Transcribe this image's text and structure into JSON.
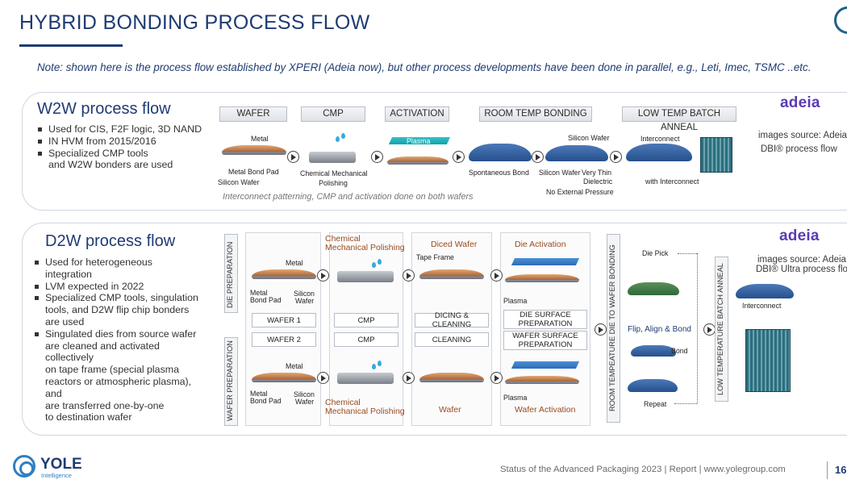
{
  "slide": {
    "title": "HYBRID BONDING PROCESS FLOW",
    "note": "Note: shown here is the process flow established by XPERI (Adeia now),  but other process developments have been done in parallel, e.g., Leti, Imec, TSMC ..etc."
  },
  "w2w": {
    "title": "W2W process flow",
    "bullets": [
      "Used for CIS, F2F logic, 3D NAND",
      "IN HVM from 2015/2016",
      "Specialized CMP tools",
      "and W2W bonders are used"
    ],
    "steps": [
      "WAFER",
      "CMP",
      "ACTIVATION",
      "ROOM TEMP BONDING",
      "LOW TEMP BATCH ANNEAL"
    ],
    "labels": {
      "metal": "Metal",
      "metal_bond_pad": "Metal Bond Pad",
      "silicon_wafer": "Silicon Wafer",
      "cmp_desc_1": "Chemical Mechanical",
      "cmp_desc_2": "Polishing",
      "plasma": "Plasma",
      "silicon_wafer_top": "Silicon Wafer",
      "spontaneous_bond": "Spontaneous Bond",
      "silicon_wafer_2": "Silicon Wafer",
      "thin_dielectric_1": "Very Thin",
      "thin_dielectric_2": "Dielectric",
      "no_pressure": "No External Pressure",
      "interconnect": "Interconnect",
      "with_interconnect": "with Interconnect"
    },
    "caption": "Interconnect patterning, CMP and activation done on both wafers",
    "logo": "adeia",
    "source_1": "images source: Adeia",
    "source_2": "DBI® process flow"
  },
  "d2w": {
    "title": "D2W process flow",
    "bullets": [
      {
        "text": "Used for heterogeneous",
        "cont": false
      },
      {
        "text": "integration",
        "cont": true
      },
      {
        "text": "LVM expected in 2022",
        "cont": false
      },
      {
        "text": "Specialized CMP tools, singulation",
        "cont": false
      },
      {
        "text": "tools, and D2W flip chip bonders",
        "cont": true
      },
      {
        "text": "are used",
        "cont": true
      },
      {
        "text": "Singulated dies from source wafer",
        "cont": false
      },
      {
        "text": "are cleaned and activated",
        "cont": true
      },
      {
        "text": "collectively",
        "cont": true
      },
      {
        "text": "on tape frame (special plasma",
        "cont": true
      },
      {
        "text": "reactors or atmospheric plasma),",
        "cont": true
      },
      {
        "text": "and",
        "cont": true
      },
      {
        "text": "are transferred one-by-one",
        "cont": true
      },
      {
        "text": "to destination wafer",
        "cont": true
      }
    ],
    "die_prep": "DIE PREPARATION",
    "wafer_prep": "WAFER PREPARATION",
    "cmp_top_1": "Chemical",
    "cmp_top_2": "Mechanical Polishing",
    "diced_wafer": "Diced Wafer",
    "die_activation": "Die Activation",
    "tape_frame": "Tape Frame",
    "metal": "Metal",
    "metal_bond_pad_1": "Metal",
    "metal_bond_pad_2": "Bond Pad",
    "silicon_wafer_1": "Silicon",
    "silicon_wafer_2": "Wafer",
    "plasma": "Plasma",
    "grid": {
      "wafer_1": "WAFER 1",
      "wafer_2": "WAFER 2",
      "cmp_1": "CMP",
      "cmp_2": "CMP",
      "dicing_cleaning": "DICING & CLEANING",
      "cleaning": "CLEANING",
      "die_surface_1": "DIE SURFACE",
      "die_surface_2": "PREPARATION",
      "wafer_surface_1": "WAFER SURFACE",
      "wafer_surface_2": "PREPARATION"
    },
    "cmp_bottom_1": "Chemical",
    "cmp_bottom_2": "Mechanical Polishing",
    "wafer": "Wafer",
    "wafer_activation": "Wafer Activation",
    "room_temp": "ROOM TEMPEATURE DIE TO WAFER BONDING",
    "die_pick": "Die Pick",
    "flip_align_bond": "Flip, Align & Bond",
    "bond": "Bond",
    "repeat": "Repeat",
    "low_temp": "LOW TEMPERATURE BATCH ANNEAL",
    "interconnect": "Interconnect",
    "logo": "adeia",
    "source_1": "images source: Adeia",
    "source_2": "DBI® Ultra process flow"
  },
  "footer": {
    "brand": "YOLE",
    "brand_sub": "Intelligence",
    "text": "Status of the Advanced Packaging 2023 | Report | www.yolegroup.com",
    "page": "16"
  },
  "colors": {
    "title": "#1f3b73",
    "adeia": "#5b3bb3",
    "copper": "#a7643a",
    "plasma": "#12a0a8",
    "wafer_blue": "#25508c"
  }
}
